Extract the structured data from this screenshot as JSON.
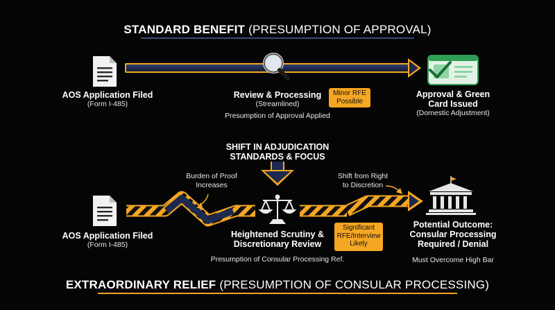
{
  "top": {
    "title_bold": "STANDARD BENEFIT",
    "title_rest": "(PRESUMPTION OF APPROVAL)",
    "steps": [
      {
        "title": "AOS Application Filed",
        "sub": "(Form I-485)"
      },
      {
        "title": "Review & Processing",
        "sub": "(Streamlined)",
        "note": "Presumption of Approval Applied"
      },
      {
        "title_line1": "Approval & Green",
        "title_line2": "Card Issued",
        "sub": "(Domestic Adjustment)"
      }
    ],
    "badge_line1": "Minor RFE",
    "badge_line2": "Possible"
  },
  "shift": {
    "line1": "SHIFT IN ADJUDICATION",
    "line2": "STANDARDS & FOCUS"
  },
  "bottom": {
    "title_bold": "EXTRAORDINARY RELIEF",
    "title_rest": "(PRESUMPTION OF CONSULAR PROCESSING)",
    "burden_line1": "Burden of Proof",
    "burden_line2": "Increases",
    "discretion_line1": "Shift from Right",
    "discretion_line2": "to Discretion",
    "steps": [
      {
        "title": "AOS Application Filed",
        "sub": "(Form I-485)"
      },
      {
        "title_line1": "Heightened Scrutiny &",
        "title_line2": "Discretionary Review",
        "note": "Presumption of Consular Processing Ref."
      },
      {
        "title_line1": "Potential Outcome:",
        "title_line2": "Consular Processing",
        "title_line3": "Required / Denial",
        "note": "Must Overcome High Bar"
      }
    ],
    "badge_line1": "Significant",
    "badge_line2": "RFE/Interview",
    "badge_line3": "Likely"
  },
  "colors": {
    "accent": "#f5a623",
    "navy": "#1d2a4e",
    "green": "#2f9e55"
  },
  "icons": [
    "document-icon",
    "magnifier-icon",
    "green-card-icon",
    "scales-icon",
    "courthouse-icon"
  ]
}
